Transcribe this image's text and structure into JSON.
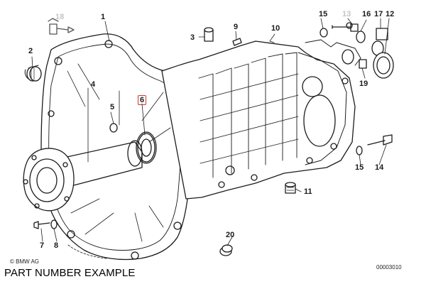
{
  "diagram": {
    "copyright": "© BMW AG",
    "figure_number": "00003010",
    "caption": "PART NUMBER EXAMPLE",
    "highlight_color": "#d0332f",
    "callouts": [
      {
        "id": "1",
        "label": "1"
      },
      {
        "id": "2",
        "label": "2"
      },
      {
        "id": "3",
        "label": "3"
      },
      {
        "id": "4",
        "label": "4"
      },
      {
        "id": "5",
        "label": "5"
      },
      {
        "id": "6",
        "label": "6",
        "highlighted": true
      },
      {
        "id": "7",
        "label": "7"
      },
      {
        "id": "8",
        "label": "8"
      },
      {
        "id": "9",
        "label": "9"
      },
      {
        "id": "10",
        "label": "10"
      },
      {
        "id": "11",
        "label": "11"
      },
      {
        "id": "12",
        "label": "12"
      },
      {
        "id": "13",
        "label": "13",
        "faint": true
      },
      {
        "id": "14",
        "label": "14"
      },
      {
        "id": "15a",
        "label": "15"
      },
      {
        "id": "15b",
        "label": "15"
      },
      {
        "id": "16",
        "label": "16"
      },
      {
        "id": "17",
        "label": "17"
      },
      {
        "id": "18",
        "label": "18",
        "faint": true
      },
      {
        "id": "19",
        "label": "19"
      },
      {
        "id": "20",
        "label": "20"
      }
    ]
  }
}
